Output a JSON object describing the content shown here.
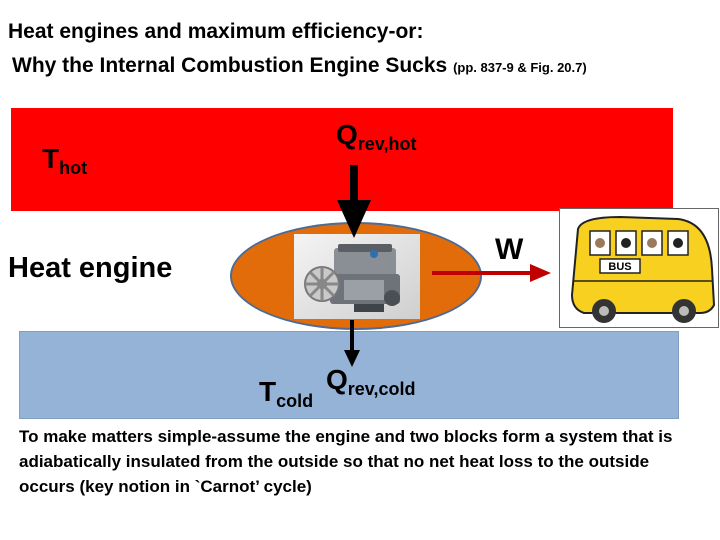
{
  "title": {
    "line1": "Heat engines and maximum efficiency-or:",
    "line2": "Why the  Internal Combustion Engine Sucks",
    "reference": "(pp. 837-9 & Fig. 20.7)"
  },
  "diagram": {
    "t_hot": {
      "symbol": "T",
      "subscript": "hot"
    },
    "t_cold": {
      "symbol": "T",
      "subscript": "cold"
    },
    "q_hot": {
      "symbol": "Q",
      "subscript": "rev,hot"
    },
    "q_cold": {
      "symbol": "Q",
      "subscript": "rev,cold"
    },
    "work": "W",
    "engine_label": "Heat engine",
    "bus_sign": "BUS",
    "colors": {
      "hot_reservoir": "#ff0000",
      "cold_reservoir": "#95b3d7",
      "engine": "#e36c0a",
      "work_arrow": "#c00000",
      "bus": "#f8d020"
    }
  },
  "note": "To make matters simple-assume the engine and two blocks form a system that is adiabatically insulated from the outside so that no net heat loss to the outside occurs  (key notion in `Carnot’ cycle)"
}
